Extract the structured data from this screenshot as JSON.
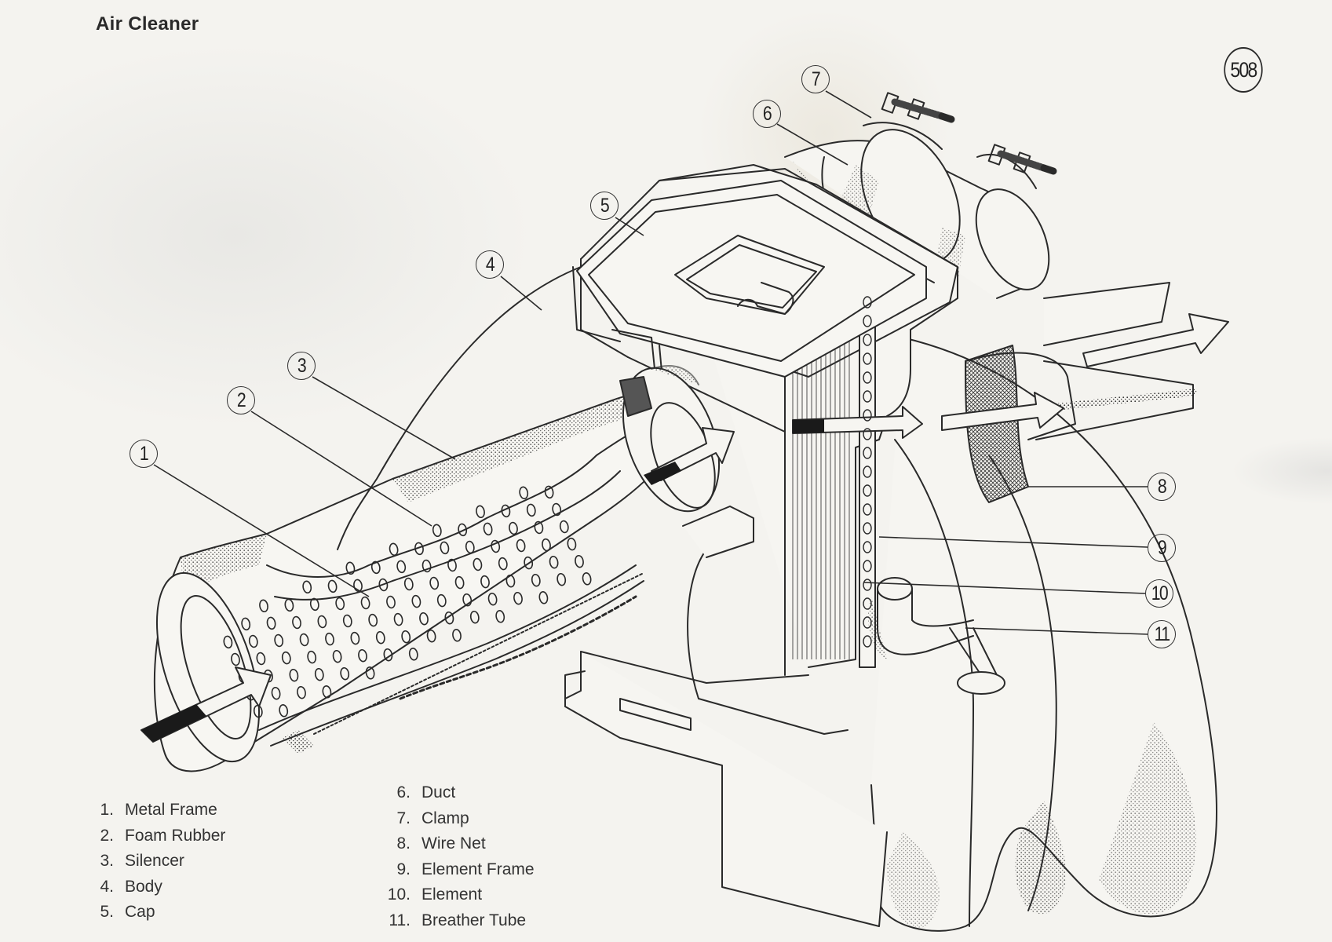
{
  "page": {
    "title": "Air Cleaner",
    "figure_number": "508"
  },
  "callouts": [
    {
      "label": "1",
      "part": "Metal Frame"
    },
    {
      "label": "2",
      "part": "Foam Rubber"
    },
    {
      "label": "3",
      "part": "Silencer"
    },
    {
      "label": "4",
      "part": "Body"
    },
    {
      "label": "5",
      "part": "Cap"
    },
    {
      "label": "6",
      "part": "Duct"
    },
    {
      "label": "7",
      "part": "Clamp"
    },
    {
      "label": "8",
      "part": "Wire Net"
    },
    {
      "label": "9",
      "part": "Element Frame"
    },
    {
      "label": "10",
      "part": "Element"
    },
    {
      "label": "11",
      "part": "Breather Tube"
    }
  ],
  "legend": {
    "column1": [
      {
        "num": "1.",
        "text": "Metal Frame"
      },
      {
        "num": "2.",
        "text": "Foam Rubber"
      },
      {
        "num": "3.",
        "text": "Silencer"
      },
      {
        "num": "4.",
        "text": "Body"
      },
      {
        "num": "5.",
        "text": "Cap"
      }
    ],
    "column2": [
      {
        "num": "6.",
        "text": "Duct"
      },
      {
        "num": "7.",
        "text": "Clamp"
      },
      {
        "num": "8.",
        "text": "Wire Net"
      },
      {
        "num": "9.",
        "text": "Element Frame"
      },
      {
        "num": "10.",
        "text": "Element"
      },
      {
        "num": "11.",
        "text": "Breather Tube"
      }
    ]
  },
  "colors": {
    "ink": "#2a2a2a",
    "paper": "#f4f3ef",
    "stipple": "#3a3a3a"
  }
}
